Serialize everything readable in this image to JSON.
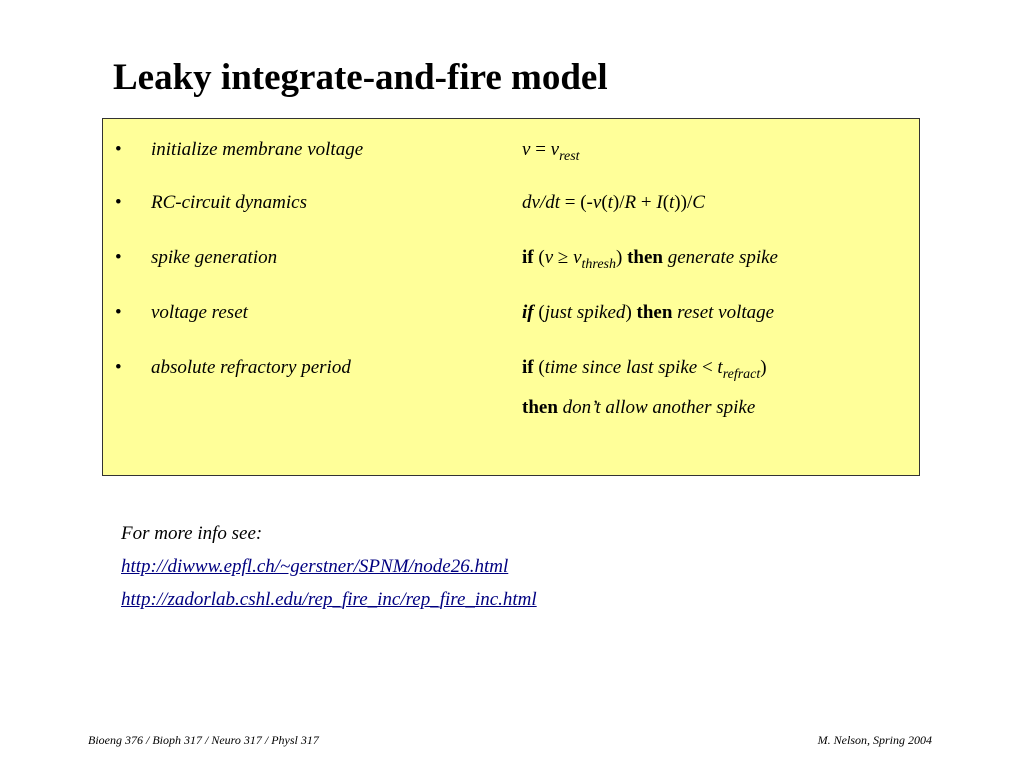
{
  "slide": {
    "title": "Leaky integrate-and-fire model"
  },
  "steps": [
    {
      "bullet": "•",
      "label": "initialize membrane voltage",
      "expr": {
        "v": "v",
        "eq": " = ",
        "v2": "v",
        "sub": "rest"
      }
    },
    {
      "bullet": "•",
      "label": "RC-circuit dynamics",
      "expr": {
        "dvdt": "dv/dt",
        "eq": " = (-",
        "v": "v",
        "p1": "(",
        "t1": "t",
        "p2": ")/",
        "R": "R",
        "plus": " + ",
        "I": "I",
        "p3": "(",
        "t2": "t",
        "p4": "))/",
        "C": "C"
      }
    },
    {
      "bullet": "•",
      "label": "spike generation",
      "expr": {
        "if": "if",
        "open": " (",
        "v": "v",
        "geq": " ≥ ",
        "v2": "v",
        "sub": "thresh",
        "close": ") ",
        "then": "then",
        "sp": " ",
        "action": "generate spike"
      }
    },
    {
      "bullet": "•",
      "label": "voltage reset",
      "expr": {
        "if": "if",
        "open": " (",
        "cond": "just spiked",
        "close": ") ",
        "then": "then",
        "sp": " ",
        "action": "reset voltage"
      }
    },
    {
      "bullet": "•",
      "label": "absolute refractory period",
      "expr": {
        "if": "if",
        "open": " (",
        "cond": "time since last spike",
        "lt": " < ",
        "t": "t",
        "sub": "refract",
        "close": ")",
        "then": "then",
        "sp": " ",
        "action": "don’t allow another spike"
      }
    }
  ],
  "info": {
    "heading": "For more info see:",
    "links": [
      "http://diwww.epfl.ch/~gerstner/SPNM/node26.html",
      "http://zadorlab.cshl.edu/rep_fire_inc/rep_fire_inc.html"
    ]
  },
  "footer": {
    "left": "Bioeng 376 / Bioph 317 / Neuro 317 / Physl 317",
    "right": "M. Nelson, Spring 2004"
  },
  "colors": {
    "box_fill": "#ffff99",
    "link": "#000080"
  }
}
